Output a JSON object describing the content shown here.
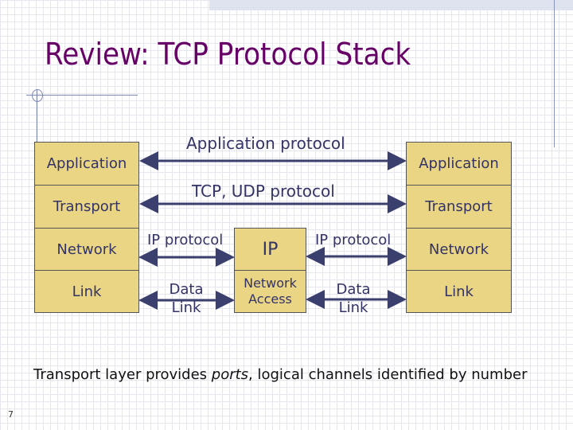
{
  "title": "Review: TCP Protocol Stack",
  "left_stack": [
    "Application",
    "Transport",
    "Network",
    "Link"
  ],
  "right_stack": [
    "Application",
    "Transport",
    "Network",
    "Link"
  ],
  "middle": {
    "top": "IP",
    "bottom_line1": "Network",
    "bottom_line2": "Access"
  },
  "labels": {
    "app_protocol": "Application protocol",
    "tcp_udp": "TCP, UDP protocol",
    "ip_left": "IP protocol",
    "ip_right": "IP protocol",
    "dl_left_1": "Data",
    "dl_left_2": "Link",
    "dl_right_1": "Data",
    "dl_right_2": "Link"
  },
  "footer": {
    "before": "Transport layer provides ",
    "em": "ports",
    "after": ", logical channels identified by number"
  },
  "page_number": "7",
  "colors": {
    "title": "#660066",
    "box": "#ead584",
    "text": "#333366"
  }
}
